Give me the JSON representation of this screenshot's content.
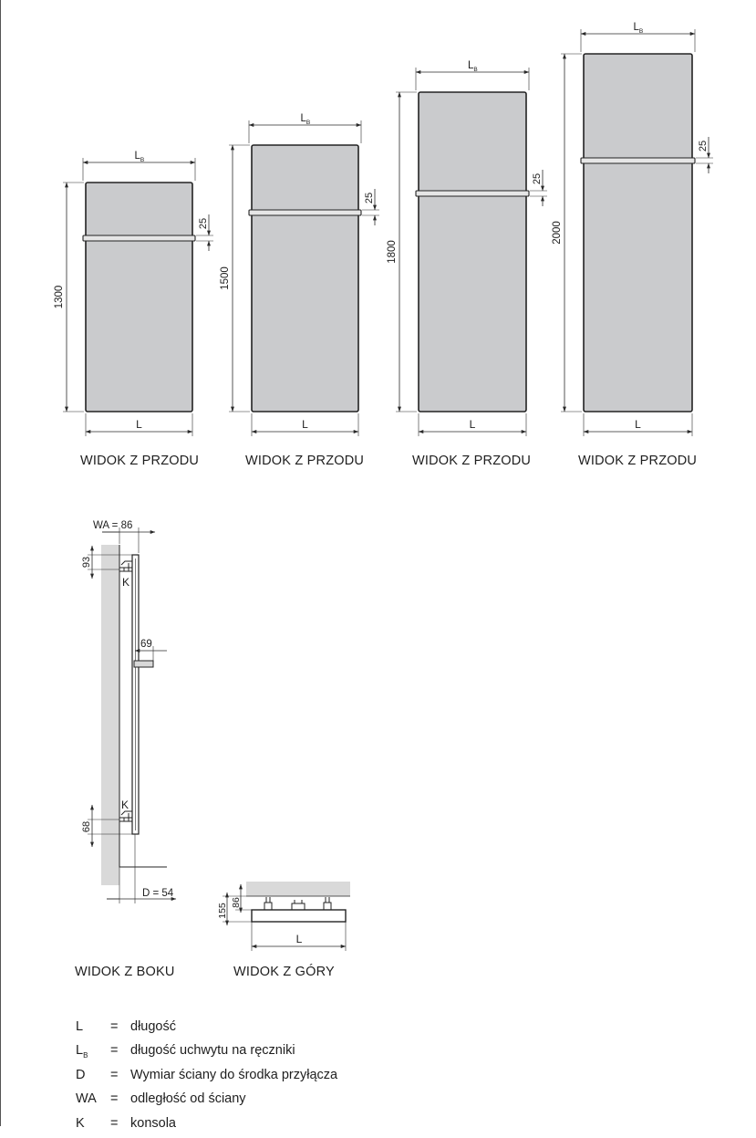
{
  "front_views": [
    {
      "caption": "WIDOK Z PRZODU",
      "height_label": "1300",
      "towel_label": "25",
      "length_label": "L",
      "handle_label": "L",
      "handle_sub": "B"
    },
    {
      "caption": "WIDOK Z PRZODU",
      "height_label": "1500",
      "towel_label": "25",
      "length_label": "L",
      "handle_label": "L",
      "handle_sub": "B"
    },
    {
      "caption": "WIDOK Z PRZODU",
      "height_label": "1800",
      "towel_label": "25",
      "length_label": "L",
      "handle_label": "L",
      "handle_sub": "B"
    },
    {
      "caption": "WIDOK Z PRZODU",
      "height_label": "2000",
      "towel_label": "25",
      "length_label": "L",
      "handle_label": "L",
      "handle_sub": "B"
    }
  ],
  "side_view": {
    "caption": "WIDOK Z BOKU",
    "wa_label": "WA = 86",
    "top_offset_label": "93",
    "bar_depth_label": "69",
    "bottom_offset_label": "68",
    "d_label": "D = 54",
    "console_top_label": "K",
    "console_bottom_label": "K"
  },
  "top_view": {
    "caption": "WIDOK Z GÓRY",
    "total_depth_label": "155",
    "wall_distance_label": "86",
    "length_label": "L"
  },
  "legend": [
    {
      "key": "L",
      "sub": "",
      "eq": "=",
      "text": "długość"
    },
    {
      "key": "L",
      "sub": "B",
      "eq": "=",
      "text": "długość uchwytu na ręczniki"
    },
    {
      "key": "D",
      "sub": "",
      "eq": "=",
      "text": "Wymiar ściany do środka przyłącza"
    },
    {
      "key": "WA",
      "sub": "",
      "eq": "=",
      "text": "odległość od ściany"
    },
    {
      "key": "K",
      "sub": "",
      "eq": "=",
      "text": "konsola"
    }
  ],
  "colors": {
    "panel": "#cacbcd",
    "wall": "#d9d9d9",
    "line": "#232323"
  }
}
